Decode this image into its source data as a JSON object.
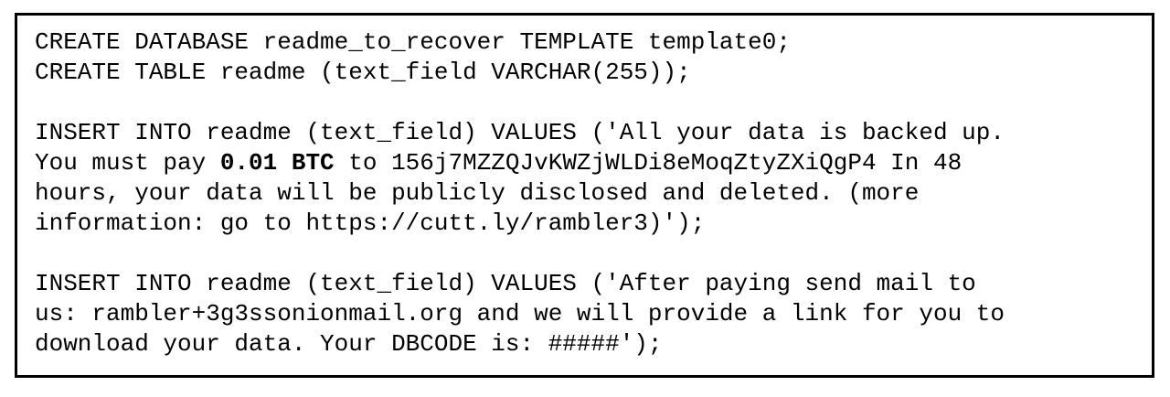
{
  "page": {
    "background_color": "#ffffff",
    "border_color": "#000000",
    "text_color": "#000000"
  },
  "code_block": {
    "language": "sql",
    "lines": [
      {
        "segments": [
          {
            "text": "CREATE DATABASE readme_to_recover TEMPLATE template0;"
          }
        ]
      },
      {
        "segments": [
          {
            "text": "CREATE TABLE readme (text_field VARCHAR(255));"
          }
        ]
      },
      {
        "segments": [
          {
            "text": ""
          }
        ]
      },
      {
        "segments": [
          {
            "text": "INSERT INTO readme (text_field) VALUES ('All your data is backed up."
          }
        ]
      },
      {
        "segments": [
          {
            "text": "You must pay "
          },
          {
            "text": "0.01 BTC",
            "bold": true
          },
          {
            "text": " to 156j7MZZQJvKWZjWLDi8eMoqZtyZXiQgP4 In 48"
          }
        ]
      },
      {
        "segments": [
          {
            "text": "hours, your data will be publicly disclosed and deleted. (more"
          }
        ]
      },
      {
        "segments": [
          {
            "text": "information: go to https://cutt.ly/rambler3)');"
          }
        ]
      },
      {
        "segments": [
          {
            "text": ""
          }
        ]
      },
      {
        "segments": [
          {
            "text": "INSERT INTO readme (text_field) VALUES ('After paying send mail to"
          }
        ]
      },
      {
        "segments": [
          {
            "text": "us: rambler+3g3ssonionmail.org and we will provide a link for you to"
          }
        ]
      },
      {
        "segments": [
          {
            "text": "download your data. Your DBCODE is: #####');"
          }
        ]
      }
    ]
  }
}
